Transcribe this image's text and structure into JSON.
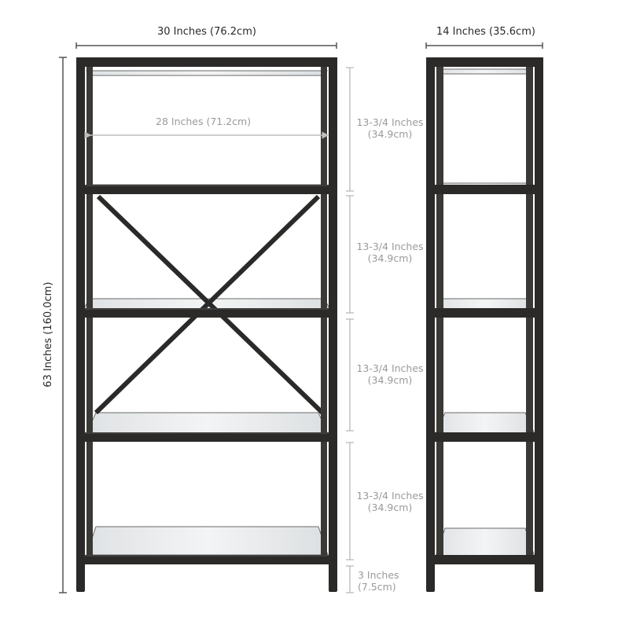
{
  "diagram": {
    "type": "product-dimension-diagram",
    "colors": {
      "frame": "#2b2a28",
      "frame_highlight": "#4a4845",
      "glass": "#e6e8ea",
      "dimension_line_dark": "#555555",
      "dimension_line_light": "#bdbdbd",
      "label_dark": "#2a2a2a",
      "label_gray": "#9a9a9a",
      "background": "#ffffff"
    },
    "front_view": {
      "name": "Front view (5-tier shelf with X-brace)",
      "shelf_count": 5,
      "x_brace": true
    },
    "side_view": {
      "name": "Side view",
      "shelf_count": 5
    },
    "dimensions": {
      "overall_width": "30 Inches (76.2cm)",
      "overall_depth": "14 Inches (35.6cm)",
      "overall_height": "63 Inches (160.0cm)",
      "inner_width": "28 Inches (71.2cm)",
      "shelf_spacings": [
        {
          "line1": "13-3/4 Inches",
          "line2": "(34.9cm)"
        },
        {
          "line1": "13-3/4 Inches",
          "line2": "(34.9cm)"
        },
        {
          "line1": "13-3/4 Inches",
          "line2": "(34.9cm)"
        },
        {
          "line1": "13-3/4 Inches",
          "line2": "(34.9cm)"
        }
      ],
      "floor_clearance": {
        "line1": "3 Inches",
        "line2": "(7.5cm)"
      }
    }
  }
}
